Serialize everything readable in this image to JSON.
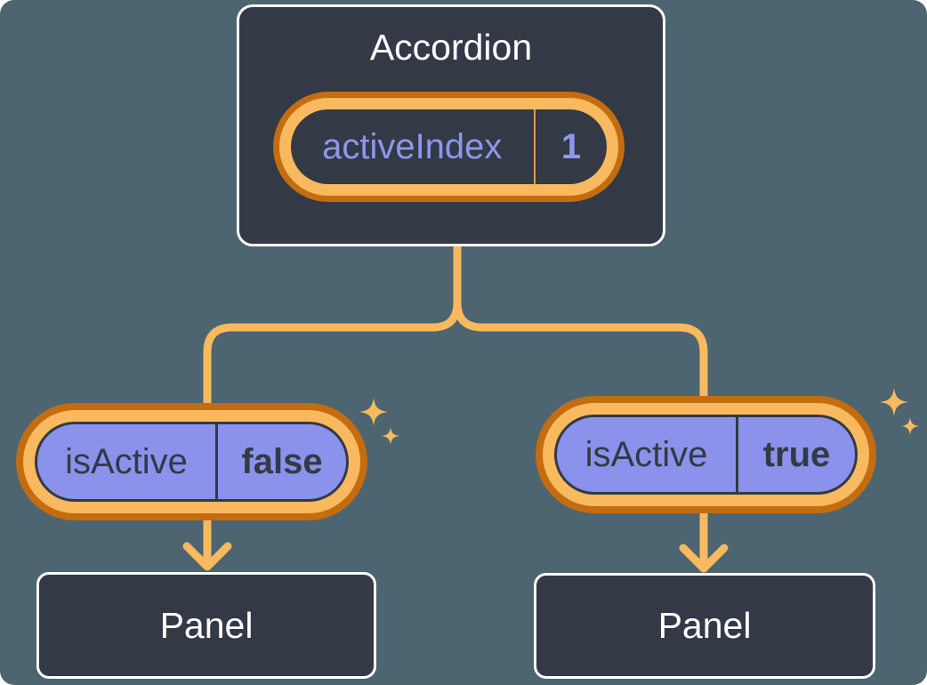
{
  "colors": {
    "canvas_bg": "#4c6570",
    "node_bg": "#333945",
    "node_border": "#ffffff",
    "accent_light": "#f8b95f",
    "accent_dark": "#c46c10",
    "divider_orange": "#dd9c4e",
    "purple_fill": "#8b92ec",
    "purple_text": "#8f96ee",
    "dark_text": "#333a45"
  },
  "root": {
    "title": "Accordion",
    "prop": {
      "name": "activeIndex",
      "value": "1"
    }
  },
  "children": [
    {
      "prop": {
        "name": "isActive",
        "value": "false"
      },
      "panel_label": "Panel"
    },
    {
      "prop": {
        "name": "isActive",
        "value": "true"
      },
      "panel_label": "Panel"
    }
  ]
}
